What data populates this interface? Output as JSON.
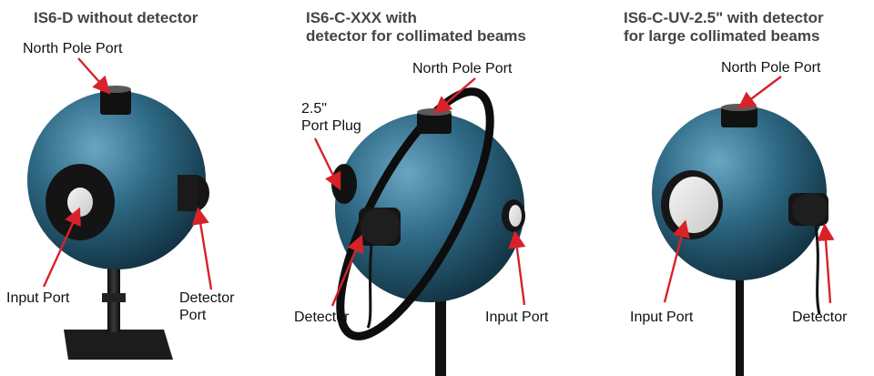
{
  "panels": [
    {
      "title_line1": "IS6-D without detector",
      "title_line2": "",
      "labels": {
        "north_pole_port": "North Pole Port",
        "input_port": "Input Port",
        "detector_port_line1": "Detector",
        "detector_port_line2": "Port"
      }
    },
    {
      "title_line1": "IS6-C-XXX with",
      "title_line2": "detector for collimated beams",
      "labels": {
        "north_pole_port": "North Pole Port",
        "port_plug_line1": "2.5\"",
        "port_plug_line2": "Port Plug",
        "detector": "Detector",
        "input_port": "Input Port"
      }
    },
    {
      "title_line1": "IS6-C-UV-2.5\" with detector",
      "title_line2": "for large collimated beams",
      "labels": {
        "north_pole_port": "North Pole Port",
        "input_port": "Input Port",
        "detector": "Detector"
      }
    }
  ],
  "colors": {
    "sphere": "#2f6a86",
    "arrow": "#d8222a",
    "title": "#444444"
  }
}
